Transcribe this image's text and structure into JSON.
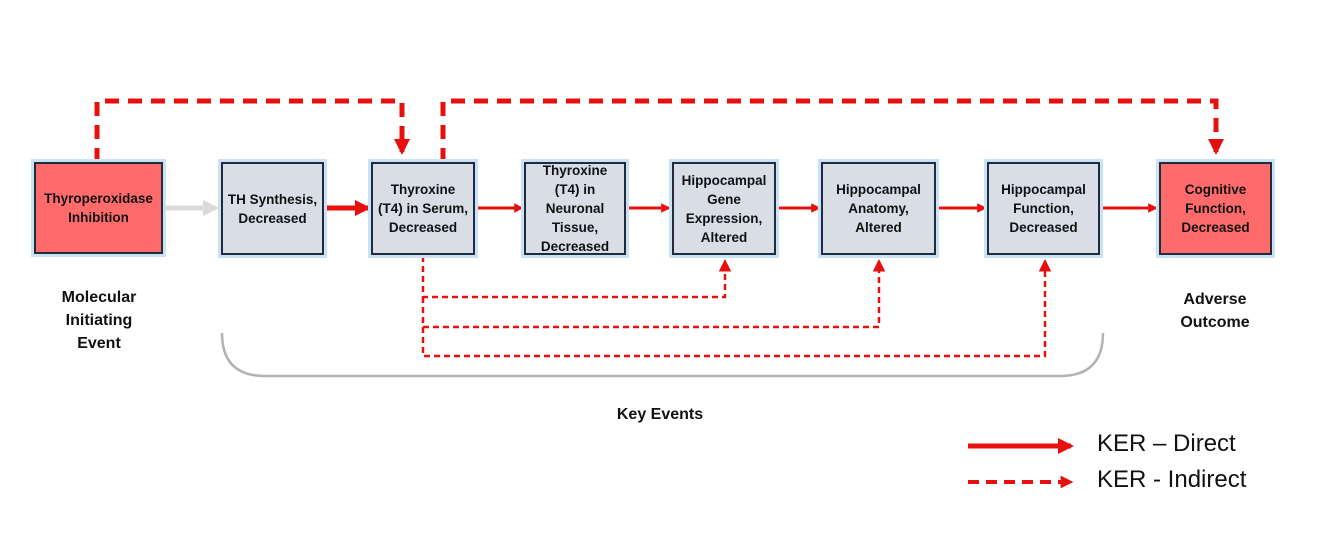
{
  "nodes": {
    "mie": "Thyroperoxidase Inhibition",
    "ke1": "TH Synthesis, Decreased",
    "ke2": "Thyroxine (T4) in Serum, Decreased",
    "ke3": "Thyroxine (T4) in Neuronal Tissue, Decreased",
    "ke4": "Hippocampal Gene Expression, Altered",
    "ke5": "Hippocampal Anatomy, Altered",
    "ke6": "Hippocampal Function, Decreased",
    "ao": "Cognitive Function, Decreased"
  },
  "captions": {
    "mie": "Molecular Initiating Event",
    "ao": "Adverse Outcome",
    "key_events": "Key Events"
  },
  "legend": {
    "direct": "KER – Direct",
    "indirect": "KER - Indirect"
  },
  "colors": {
    "arrow": "#e8100f",
    "mie_fill": "#ff6b6b",
    "ke_fill": "#d8dde6",
    "box_border": "#1f2c3f",
    "bracket": "#b3b3b3",
    "mie_connector": "#d9d9d9"
  }
}
